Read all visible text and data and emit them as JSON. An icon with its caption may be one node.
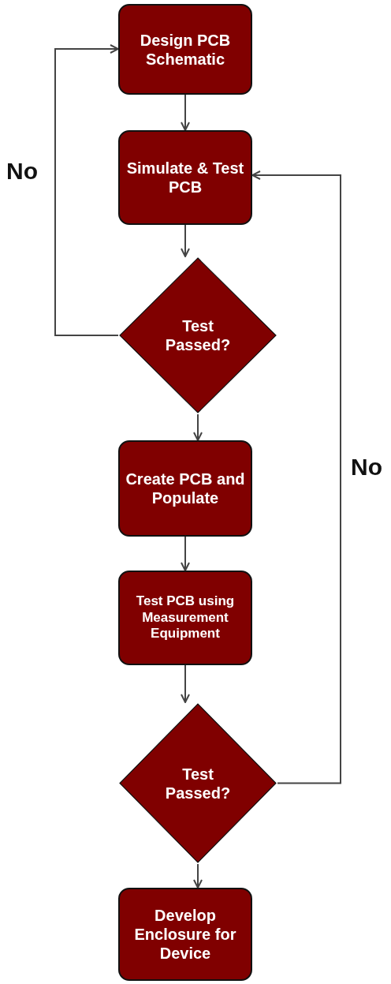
{
  "diagram": {
    "nodes": [
      {
        "text": [
          "Design PCB Schematic"
        ]
      },
      {
        "text": [
          "Simulate & Test PCB"
        ]
      },
      {
        "text": [
          "Test Passed?"
        ]
      },
      {
        "text": [
          "Create PCB and Populate"
        ]
      },
      {
        "text": [
          "Test PCB using Measurement Equipment"
        ]
      },
      {
        "text": [
          "Test Passed?"
        ]
      },
      {
        "text": [
          "Develop Enclosure for Device"
        ]
      }
    ],
    "edges": [
      {
        "from": 0,
        "to": 1,
        "arrow": "to"
      },
      {
        "from": 1,
        "to": 2,
        "arrow": "to"
      },
      {
        "from": 2,
        "to": 0,
        "arrow": "to",
        "label": "No"
      },
      {
        "from": 2,
        "to": 3,
        "arrow": "to"
      },
      {
        "from": 3,
        "to": 4,
        "arrow": "to"
      },
      {
        "from": 4,
        "to": 5,
        "arrow": "to"
      },
      {
        "from": 5,
        "to": 1,
        "arrow": "to",
        "label": "No"
      },
      {
        "from": 5,
        "to": 6,
        "arrow": "to"
      }
    ]
  }
}
